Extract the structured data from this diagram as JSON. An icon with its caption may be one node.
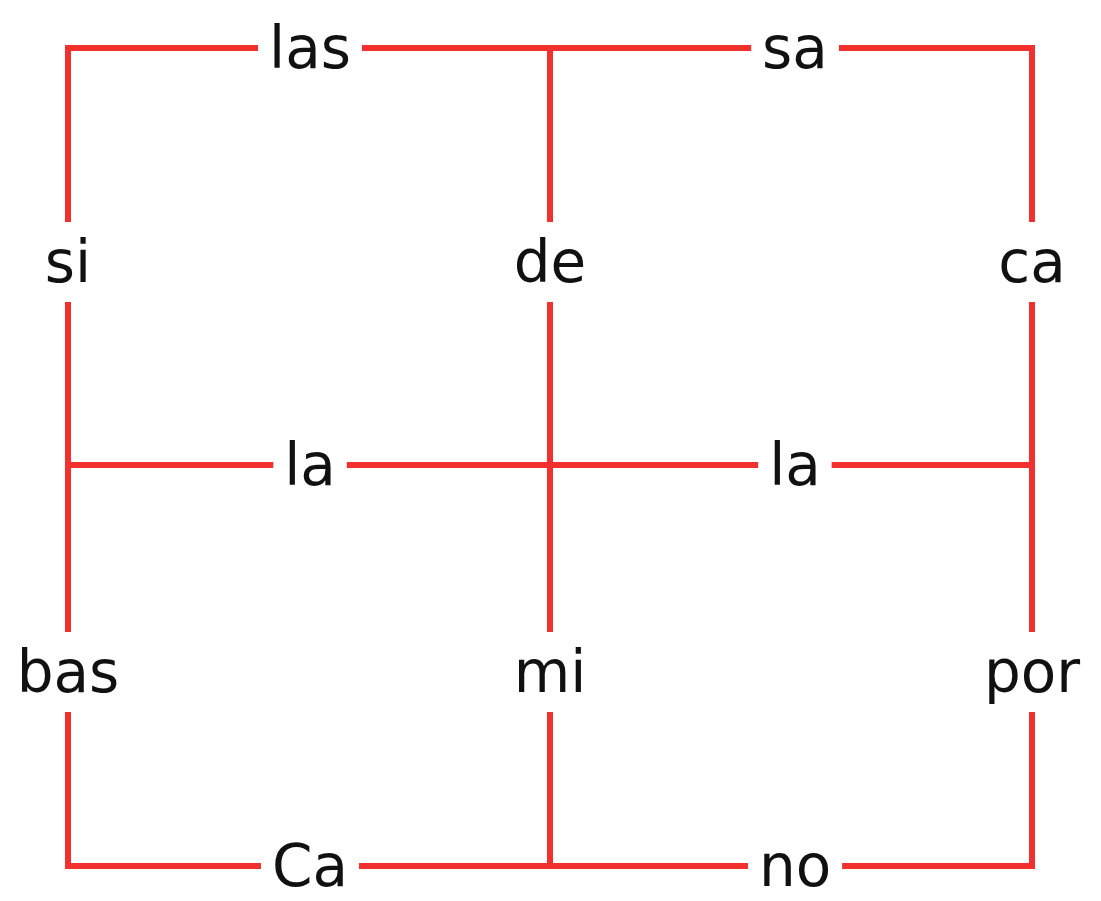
{
  "diagram": {
    "nodes": [
      {
        "text": [
          "las"
        ]
      },
      {
        "text": [
          "sa"
        ]
      },
      {
        "text": [
          "si"
        ]
      },
      {
        "text": [
          "de"
        ]
      },
      {
        "text": [
          "ca"
        ]
      },
      {
        "text": [
          "la"
        ]
      },
      {
        "text": [
          "la"
        ]
      },
      {
        "text": [
          "bas"
        ]
      },
      {
        "text": [
          "mi"
        ]
      },
      {
        "text": [
          "por"
        ]
      },
      {
        "text": [
          "Ca"
        ]
      },
      {
        "text": [
          "no"
        ]
      }
    ],
    "edges": [
      {
        "from": 2,
        "to": 0,
        "arrow": "none"
      },
      {
        "from": 0,
        "to": 1,
        "arrow": "none"
      },
      {
        "from": 0,
        "to": 3,
        "arrow": "none"
      },
      {
        "from": 1,
        "to": 3,
        "arrow": "none"
      },
      {
        "from": 1,
        "to": 4,
        "arrow": "none"
      },
      {
        "from": 2,
        "to": 7,
        "arrow": "none"
      },
      {
        "from": 5,
        "to": 2,
        "arrow": "none"
      },
      {
        "from": 5,
        "to": 7,
        "arrow": "none"
      },
      {
        "from": 3,
        "to": 8,
        "arrow": "none"
      },
      {
        "from": 5,
        "to": 6,
        "arrow": "none"
      },
      {
        "from": 6,
        "to": 4,
        "arrow": "none"
      },
      {
        "from": 6,
        "to": 9,
        "arrow": "none"
      },
      {
        "from": 4,
        "to": 9,
        "arrow": "none"
      },
      {
        "from": 7,
        "to": 10,
        "arrow": "none"
      },
      {
        "from": 10,
        "to": 11,
        "arrow": "none"
      },
      {
        "from": 8,
        "to": 10,
        "arrow": "none"
      },
      {
        "from": 8,
        "to": 11,
        "arrow": "none"
      },
      {
        "from": 9,
        "to": 11,
        "arrow": "none"
      }
    ]
  }
}
